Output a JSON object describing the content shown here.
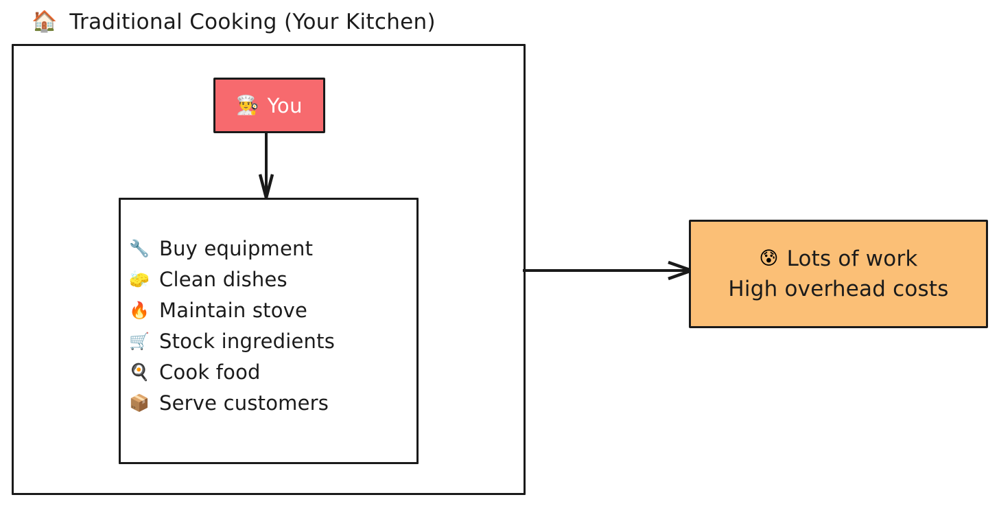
{
  "title": {
    "emoji": "🏠",
    "emoji_name": "house-icon",
    "text": "Traditional Cooking (Your Kitchen)"
  },
  "actor": {
    "emoji": "👨‍🍳",
    "emoji_name": "chef-icon",
    "label": "You",
    "fill_color": "#f76a6e",
    "text_color": "#ffffff"
  },
  "tasks": {
    "items": [
      {
        "emoji": "🔧",
        "emoji_name": "wrench-icon",
        "label": "Buy equipment"
      },
      {
        "emoji": "🧽",
        "emoji_name": "sponge-icon",
        "label": "Clean dishes"
      },
      {
        "emoji": "🔥",
        "emoji_name": "fire-icon",
        "label": "Maintain stove"
      },
      {
        "emoji": "🛒",
        "emoji_name": "shopping-cart-icon",
        "label": "Stock ingredients"
      },
      {
        "emoji": "🍳",
        "emoji_name": "cooking-pan-icon",
        "label": "Cook food"
      },
      {
        "emoji": "📦",
        "emoji_name": "package-icon",
        "label": "Serve customers"
      }
    ]
  },
  "outcome": {
    "emoji": "😰",
    "emoji_name": "anxious-face-with-sweat-icon",
    "line1": "Lots of work",
    "line2": "High overhead costs",
    "fill_color": "#fbbf76"
  },
  "style": {
    "stroke_color": "#1a1a1a",
    "background_color": "#ffffff"
  }
}
